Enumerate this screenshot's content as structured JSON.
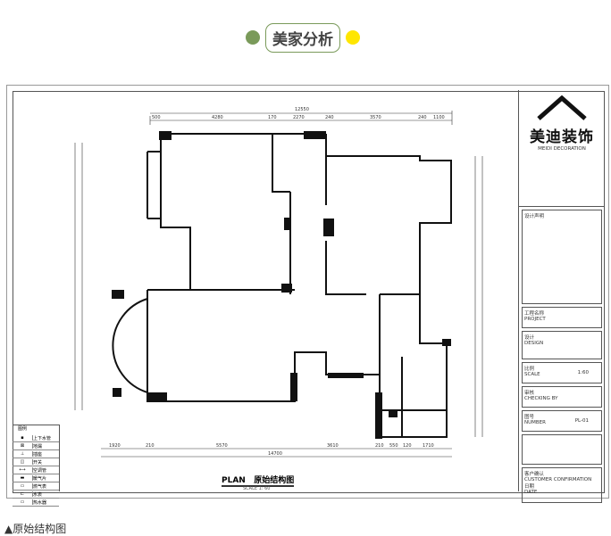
{
  "header": {
    "title": "美家分析",
    "left_dot_color": "#7a9a5a",
    "right_dot_color": "#ffe600"
  },
  "title_block": {
    "brand": "美迪装饰",
    "brand_en": "MEIDI DECORATION",
    "notes_title": "设计声明",
    "project_label": "工程名称",
    "project_label_en": "PROJECT",
    "design_label": "设计",
    "design_label_en": "DESIGN",
    "scale_label": "比例",
    "scale_label_en": "SCALE",
    "scale_value": "1:60",
    "checking_label": "审核",
    "checking_label_en": "CHECKING BY",
    "number_label": "图号",
    "number_label_en": "NUMBER",
    "number_value": "PL-01",
    "customer_label": "客户确认",
    "customer_label_en": "CUSTOMER CONFIRMATION",
    "date_label": "日期",
    "date_label_en": "DATE"
  },
  "dimensions": {
    "top_total": "12550",
    "top": [
      "500",
      "4280",
      "170",
      "2270",
      "240",
      "3570",
      "240",
      "1100"
    ],
    "bottom": [
      "1920",
      "210",
      "5570",
      "3610",
      "210",
      "550",
      "120",
      "1710"
    ],
    "bottom_total": "14700"
  },
  "plan": {
    "title_en": "PLAN",
    "title_cn": "原始结构图",
    "scale": "SCALE 1: 60"
  },
  "legend": {
    "title": "图例",
    "items": [
      "上下水管",
      "地漏",
      "插座",
      "开关",
      "空调管",
      "暖气片",
      "燃气表",
      "水表",
      "热水器"
    ]
  },
  "caption": "▲原始结构图"
}
